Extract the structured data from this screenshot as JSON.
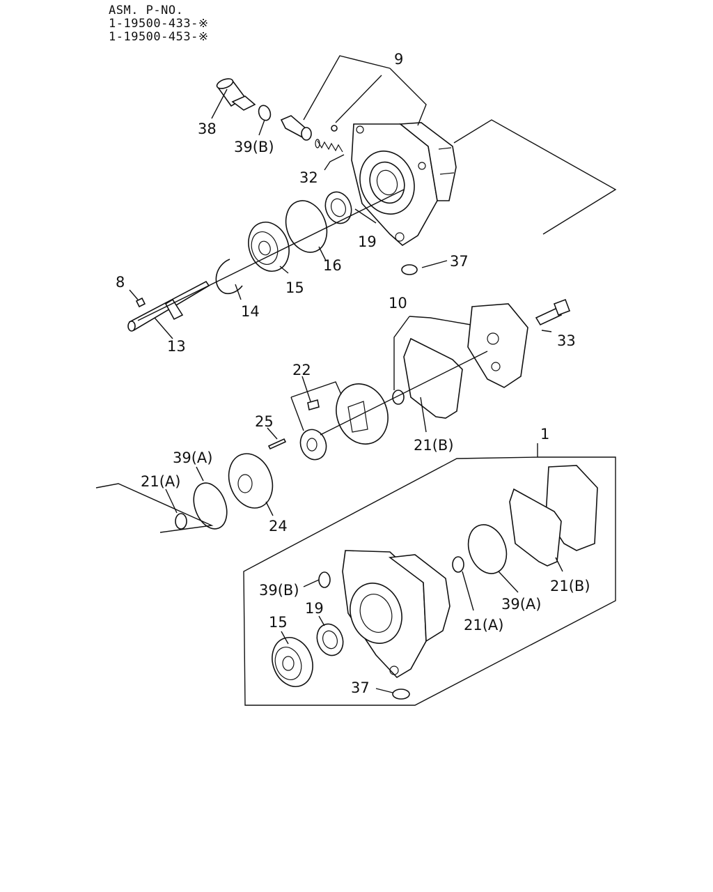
{
  "header": {
    "line1": "ASM. P-NO.",
    "line2": "1-19500-433-※",
    "line3": "1-19500-453-※"
  },
  "callouts": {
    "c9": "9",
    "c38": "38",
    "c39b": "39(B)",
    "c32": "32",
    "c19": "19",
    "c37": "37",
    "c16": "16",
    "c15": "15",
    "c8": "8",
    "c14": "14",
    "c13": "13",
    "c10": "10",
    "c33": "33",
    "c22": "22",
    "c25": "25",
    "c21b": "21(B)",
    "c39a": "39(A)",
    "c21a": "21(A)",
    "c24": "24",
    "c1": "1",
    "k39b": "39(B)",
    "k19": "19",
    "k15": "15",
    "k37": "37",
    "k21a": "21(A)",
    "k39a": "39(A)",
    "k21b": "21(B)"
  }
}
